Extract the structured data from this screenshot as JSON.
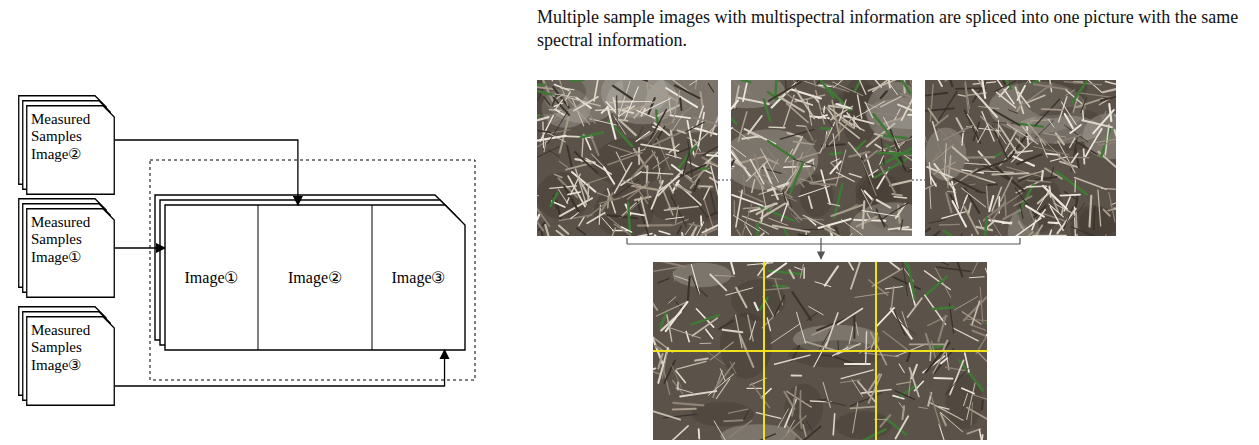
{
  "diagram": {
    "title": "Multiple sample images with multispectral information are spliced into one picture with the same spectral information.",
    "nodes": [
      {
        "text": [
          "Measured Samples Image②"
        ]
      },
      {
        "text": [
          "Measured Samples Image①"
        ]
      },
      {
        "text": [
          "Measured Samples Image③"
        ]
      },
      {
        "text": [
          "Image①"
        ]
      },
      {
        "text": [
          "Image②"
        ]
      },
      {
        "text": [
          "Image③"
        ]
      }
    ],
    "edges": [
      {
        "from": 0,
        "to": 4,
        "arrow": "to"
      },
      {
        "from": 1,
        "to": 3,
        "arrow": "to"
      },
      {
        "from": 2,
        "to": 5,
        "arrow": "to"
      }
    ]
  }
}
